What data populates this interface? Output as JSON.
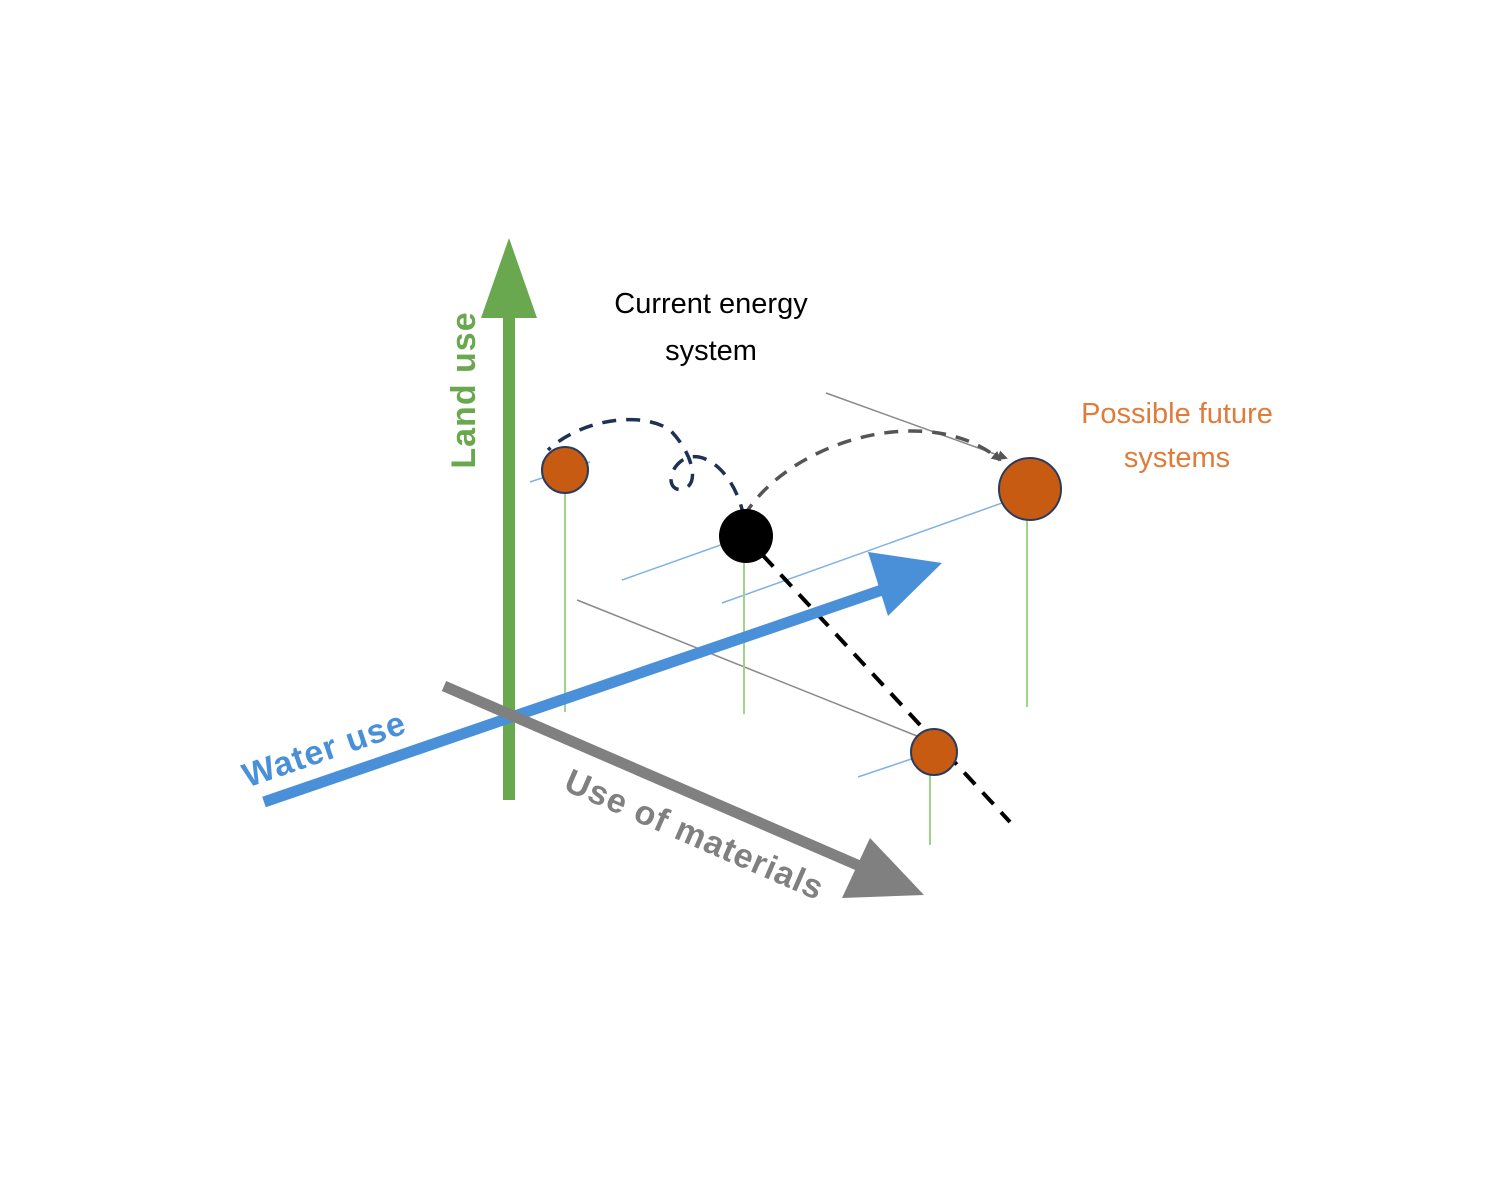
{
  "axes": {
    "land_use": {
      "label": "Land use",
      "color": "#6aa84f"
    },
    "water_use": {
      "label": "Water use",
      "color": "#4a90d9"
    },
    "materials": {
      "label": "Use of materials",
      "color": "#808080"
    }
  },
  "current_system": {
    "label_line1": "Current energy",
    "label_line2": "system",
    "color": "#000000"
  },
  "future_systems": {
    "label_line1": "Possible future",
    "label_line2": "systems",
    "color": "#c75b12",
    "label_color": "#e07b39"
  },
  "style": {
    "drop_line_color": "#9fd58a",
    "projection_line_color": "#7fb2e5",
    "guide_line_color": "#888888",
    "dashed_path_dark": "#1f3154",
    "dashed_path_gray": "#555555"
  }
}
